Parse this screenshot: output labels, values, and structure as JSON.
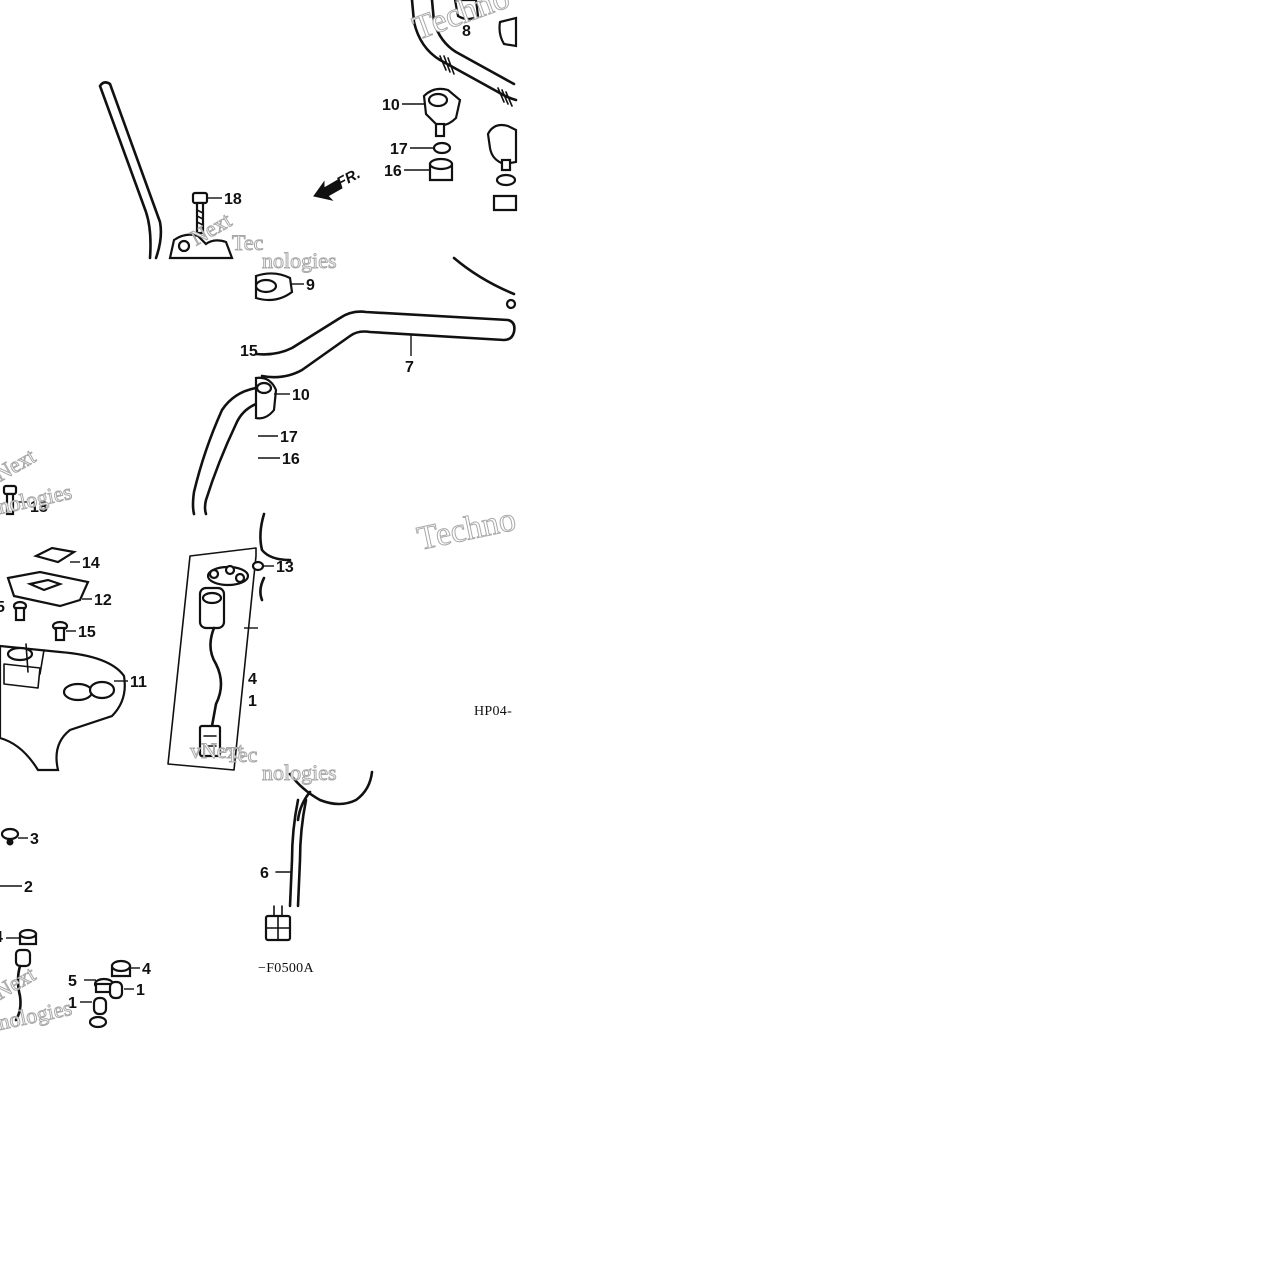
{
  "diagram": {
    "callouts": {
      "c8": "8",
      "c10a": "10",
      "c17a": "17",
      "c16a": "16",
      "c18a": "18",
      "c9": "9",
      "c15a": "15",
      "c7": "7",
      "c10b": "10",
      "c17b": "17",
      "c16b": "16",
      "c18b": "18",
      "c14": "14",
      "c12": "12",
      "c15b": "15",
      "c15c": "5",
      "c11": "11",
      "c13": "13",
      "c4a": "4",
      "c1a": "1",
      "c3": "3",
      "c2": "2",
      "c4b": "4",
      "c5": "5",
      "c4c": "4",
      "c1b": "1",
      "c1c": "1",
      "c6": "6"
    },
    "direction_label": "FR.",
    "codes": {
      "code_a": "HP04-",
      "code_b": "−F0500A"
    },
    "watermark": {
      "t1": "Techno",
      "t2": "Techno",
      "t3": "Next",
      "t4": "Tec",
      "t5": "nologies",
      "t6": "Next",
      "t7": "nologies",
      "t8": "vNext",
      "t9": "Tec",
      "t10": "nologies",
      "t11": "Next",
      "t12": "nologies"
    }
  }
}
